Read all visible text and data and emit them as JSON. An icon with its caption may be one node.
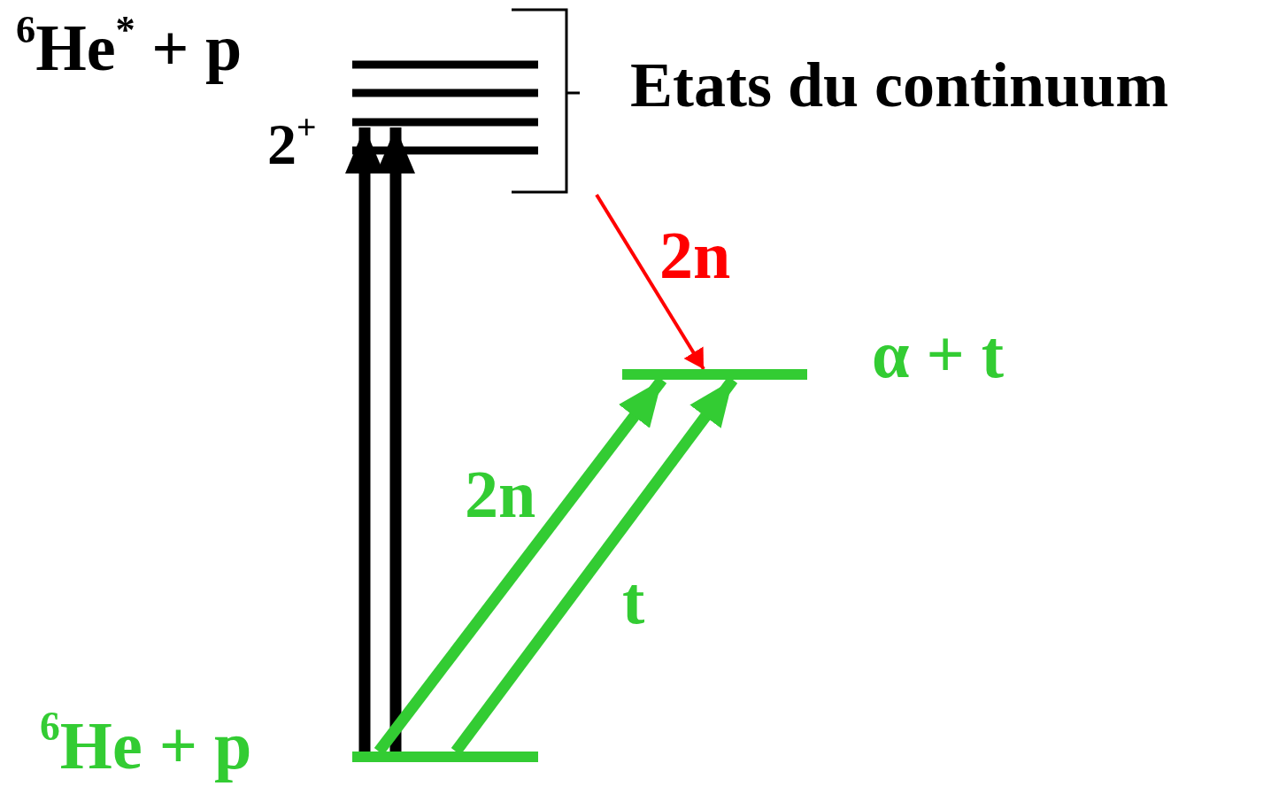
{
  "diagram": {
    "nodes": [
      {
        "text": [
          "$^{6}$He$^{*}$ + p",
          "Etats du continuum"
        ]
      },
      {
        "text": [
          "2$^{+}$"
        ],
        "in": 0
      },
      {
        "text": [
          "α + t"
        ]
      },
      {
        "text": [
          "$^{6}$He + p"
        ]
      }
    ],
    "edges": [
      {
        "from": 3,
        "to": 1,
        "arrow": "to",
        "color": "#000000"
      },
      {
        "from": 3,
        "to": 1,
        "arrow": "to",
        "color": "#000000"
      },
      {
        "from": 0,
        "to": 2,
        "arrow": "to",
        "label": "2n",
        "color": "#ff0000"
      },
      {
        "from": 3,
        "to": 2,
        "arrow": "to",
        "label": "2n",
        "color": "#33cc33"
      },
      {
        "from": 3,
        "to": 2,
        "arrow": "to",
        "label": "t",
        "color": "#33cc33"
      }
    ]
  }
}
